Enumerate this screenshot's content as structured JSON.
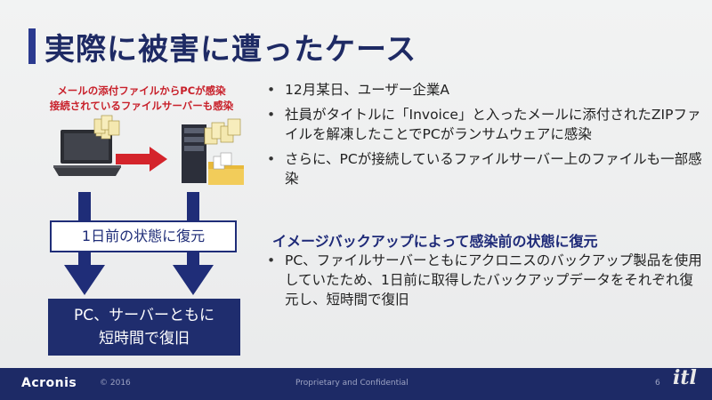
{
  "slide": {
    "title": "実際に被害に遭ったケース",
    "caption_line1": "メールの添付ファイルからPCが感染",
    "caption_line2": "接続されているファイルサーバーも感染",
    "restore_label": "1日前の状態に復元",
    "result_line1": "PC、サーバーともに",
    "result_line2": "短時間で復旧",
    "bullets": [
      "12月某日、ユーザー企業A",
      "社員がタイトルに「Invoice」と入ったメールに添付されたZIPファイルを解凍したことでPCがランサムウェアに感染",
      "さらに、PCが接続しているファイルサーバー上のファイルも一部感染"
    ],
    "subheading": "イメージバックアップによって感染前の状態に復元",
    "bullets2": [
      "PC、ファイルサーバーともにアクロニスのバックアップ製品を使用していたため、1日前に取得したバックアップデータをそれぞれ復元し、短時間で復旧"
    ]
  },
  "footer": {
    "logo": "Acronis",
    "copyright": "© 2016",
    "confidential": "Proprietary and Confidential",
    "page_number": "6"
  },
  "watermark": "itl",
  "colors": {
    "navy": "#1f2d6e",
    "title": "#1e2a64",
    "red": "#c8202a"
  },
  "icons": [
    "laptop-icon",
    "server-icon",
    "document-icon",
    "folder-icon",
    "right-arrow-icon",
    "down-arrow-icon"
  ]
}
